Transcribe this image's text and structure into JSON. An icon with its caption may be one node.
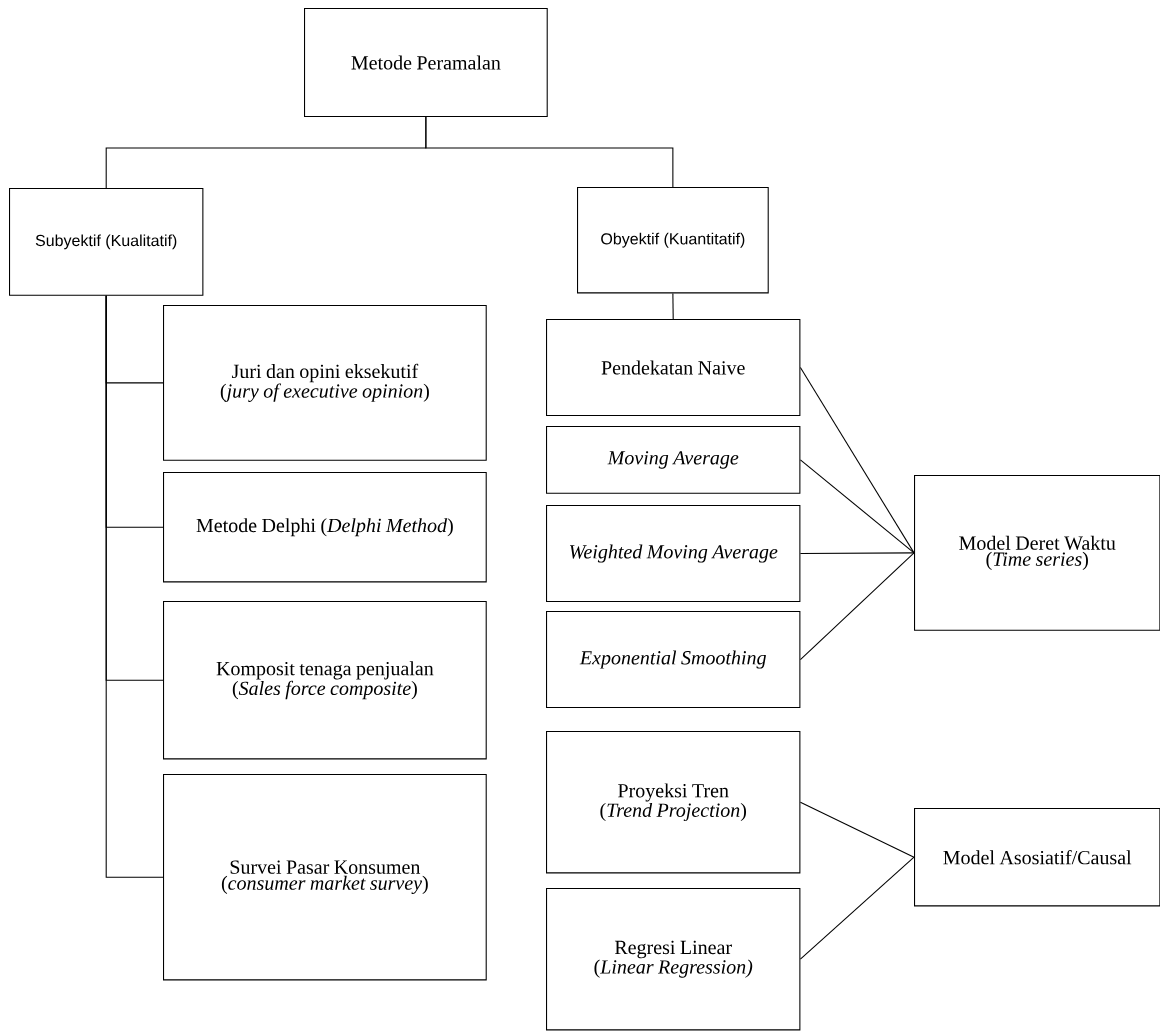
{
  "diagram": {
    "nodes": [
      {
        "text": [
          "Metode Peramalan"
        ]
      },
      {
        "text": [
          "Subyektif (Kualitatif)"
        ]
      },
      {
        "text": [
          "Obyektif (Kuantitatif)"
        ]
      },
      {
        "text": [
          "Juri dan opini eksekutif (*jury of executive opinion*)"
        ]
      },
      {
        "text": [
          "Metode Delphi (*Delphi Method*)"
        ]
      },
      {
        "text": [
          "Komposit tenaga penjualan (*Sales force composite*)"
        ]
      },
      {
        "text": [
          "Survei Pasar Konsumen (*consumer market survey*)"
        ]
      },
      {
        "text": [
          "Pendekatan Naive"
        ]
      },
      {
        "text": [
          "Moving Average"
        ]
      },
      {
        "text": [
          "Weighted Moving Average"
        ]
      },
      {
        "text": [
          "Exponential Smoothing"
        ]
      },
      {
        "text": [
          "Proyeksi Tren (*Trend Projection*)"
        ]
      },
      {
        "text": [
          "Regresi Linear (*Linear Regression)*"
        ]
      },
      {
        "text": [
          "Model Deret Waktu (*Time series*)"
        ]
      },
      {
        "text": [
          "Model Asosiatif/Causal"
        ]
      }
    ],
    "edges": [
      {
        "from": 0,
        "to": 1,
        "arrow": "none"
      },
      {
        "from": 0,
        "to": 2,
        "arrow": "none"
      },
      {
        "from": 1,
        "to": 3,
        "arrow": "none"
      },
      {
        "from": 1,
        "to": 4,
        "arrow": "none"
      },
      {
        "from": 1,
        "to": 5,
        "arrow": "none"
      },
      {
        "from": 1,
        "to": 6,
        "arrow": "none"
      },
      {
        "from": 2,
        "to": 7,
        "arrow": "none"
      },
      {
        "from": 7,
        "to": 13,
        "arrow": "none"
      },
      {
        "from": 8,
        "to": 13,
        "arrow": "none"
      },
      {
        "from": 9,
        "to": 13,
        "arrow": "none"
      },
      {
        "from": 10,
        "to": 13,
        "arrow": "none"
      },
      {
        "from": 11,
        "to": 14,
        "arrow": "none"
      },
      {
        "from": 12,
        "to": 14,
        "arrow": "none"
      }
    ]
  }
}
